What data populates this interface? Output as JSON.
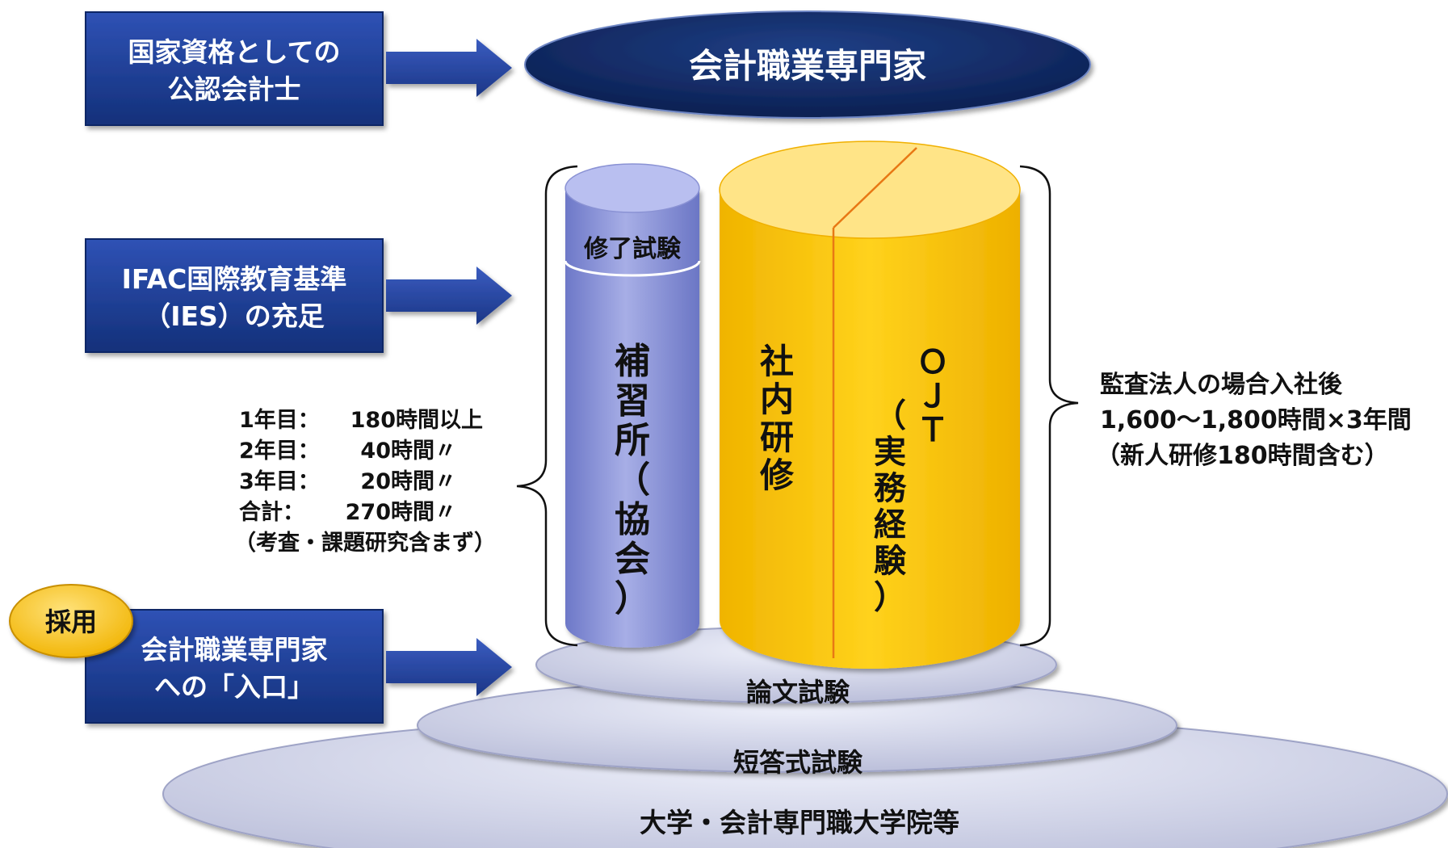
{
  "top_box": {
    "line1": "国家資格としての",
    "line2": "公認会計士"
  },
  "middle_box": {
    "line1": "IFAC国際教育基準",
    "line2": "（IES）の充足"
  },
  "bottom_box": {
    "line1": "会計職業専門家",
    "line2": "への「入口」"
  },
  "hire_badge": "採用",
  "goal_ellipse": "会計職業専門家",
  "tiers": {
    "thesis_exam": "論文試験",
    "short_answer_exam": "短答式試験",
    "university": "大学・会計専門職大学院等"
  },
  "supplementary_school": {
    "exam": "修了試験",
    "chars": [
      "補",
      "習",
      "所",
      "（",
      "協",
      "会",
      "）"
    ]
  },
  "internal_training": {
    "chars": [
      "社",
      "内",
      "研",
      "修"
    ]
  },
  "ojt": {
    "chars": [
      "Ｏ",
      "Ｊ",
      "Ｔ"
    ],
    "chars2": [
      "（",
      "実",
      "務",
      "経",
      "験",
      "）"
    ]
  },
  "hours_table": {
    "rows": [
      {
        "label": "1年目：",
        "value": "180時間以上"
      },
      {
        "label": "2年目：",
        "value": "40時間〃"
      },
      {
        "label": "3年目：",
        "value": "20時間〃"
      },
      {
        "label": "合計：",
        "value": "270時間〃"
      }
    ],
    "note": "（考査・課題研究含まず）"
  },
  "audit_note": {
    "line1": "監査法人の場合入社後",
    "line2": "1,600～1,800時間×3年間",
    "line3": "（新人研修180時間含む）"
  },
  "colors": {
    "box_blue": "#1c3a8e",
    "navy": "#0d2660",
    "lavender": "#8a94d6",
    "gold": "#f5c000",
    "plate": "#c9cce3"
  }
}
